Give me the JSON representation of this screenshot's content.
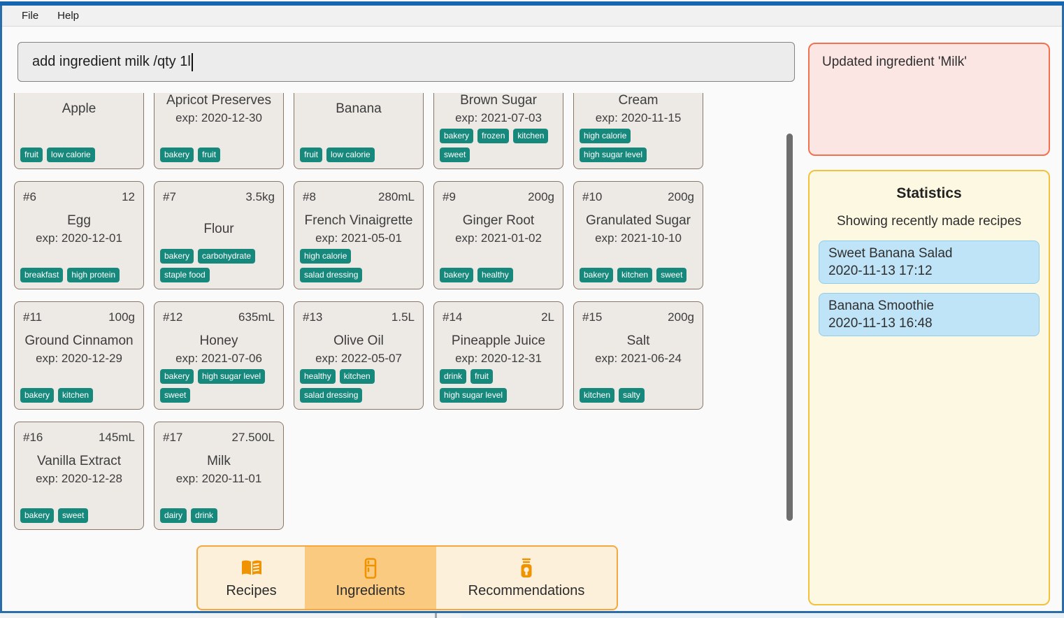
{
  "menu": {
    "file": "File",
    "help": "Help"
  },
  "command_input": {
    "value": "add ingredient milk /qty 1l"
  },
  "notification": {
    "text": "Updated ingredient 'Milk'"
  },
  "ingredients": [
    {
      "id": "",
      "qty": "",
      "name": "Apple",
      "exp": "",
      "tags": [
        "fruit",
        "low calorie"
      ]
    },
    {
      "id": "",
      "qty": "",
      "name": "Apricot Preserves",
      "exp": "exp: 2020-12-30",
      "tags": [
        "bakery",
        "fruit"
      ]
    },
    {
      "id": "",
      "qty": "",
      "name": "Banana",
      "exp": "",
      "tags": [
        "fruit",
        "low calorie"
      ]
    },
    {
      "id": "",
      "qty": "",
      "name": "Brown Sugar",
      "exp": "exp: 2021-07-03",
      "tags": [
        "bakery",
        "frozen",
        "kitchen",
        "sweet"
      ]
    },
    {
      "id": "",
      "qty": "",
      "name": "Cream",
      "exp": "exp: 2020-11-15",
      "tags": [
        "high calorie",
        "high sugar level"
      ]
    },
    {
      "id": "#6",
      "qty": "12",
      "name": "Egg",
      "exp": "exp: 2020-12-01",
      "tags": [
        "breakfast",
        "high protein"
      ]
    },
    {
      "id": "#7",
      "qty": "3.5kg",
      "name": "Flour",
      "exp": "",
      "tags": [
        "bakery",
        "carbohydrate",
        "staple food"
      ]
    },
    {
      "id": "#8",
      "qty": "280mL",
      "name": "French Vinaigrette",
      "exp": "exp: 2021-05-01",
      "tags": [
        "high calorie",
        "salad dressing"
      ]
    },
    {
      "id": "#9",
      "qty": "200g",
      "name": "Ginger Root",
      "exp": "exp: 2021-01-02",
      "tags": [
        "bakery",
        "healthy"
      ]
    },
    {
      "id": "#10",
      "qty": "200g",
      "name": "Granulated Sugar",
      "exp": "exp: 2021-10-10",
      "tags": [
        "bakery",
        "kitchen",
        "sweet"
      ]
    },
    {
      "id": "#11",
      "qty": "100g",
      "name": "Ground Cinnamon",
      "exp": "exp: 2020-12-29",
      "tags": [
        "bakery",
        "kitchen"
      ]
    },
    {
      "id": "#12",
      "qty": "635mL",
      "name": "Honey",
      "exp": "exp: 2021-07-06",
      "tags": [
        "bakery",
        "high sugar level",
        "sweet"
      ]
    },
    {
      "id": "#13",
      "qty": "1.5L",
      "name": "Olive Oil",
      "exp": "exp: 2022-05-07",
      "tags": [
        "healthy",
        "kitchen",
        "salad dressing"
      ]
    },
    {
      "id": "#14",
      "qty": "2L",
      "name": "Pineapple Juice",
      "exp": "exp: 2020-12-31",
      "tags": [
        "drink",
        "fruit",
        "high sugar level"
      ]
    },
    {
      "id": "#15",
      "qty": "200g",
      "name": "Salt",
      "exp": "exp: 2021-06-24",
      "tags": [
        "kitchen",
        "salty"
      ]
    },
    {
      "id": "#16",
      "qty": "145mL",
      "name": "Vanilla Extract",
      "exp": "exp: 2020-12-28",
      "tags": [
        "bakery",
        "sweet"
      ]
    },
    {
      "id": "#17",
      "qty": "27.500L",
      "name": "Milk",
      "exp": "exp: 2020-11-01",
      "tags": [
        "dairy",
        "drink"
      ]
    }
  ],
  "statistics": {
    "title": "Statistics",
    "subtitle": "Showing recently made recipes",
    "recipes": [
      {
        "name": "Sweet Banana Salad",
        "time": "2020-11-13 17:12"
      },
      {
        "name": "Banana Smoothie",
        "time": "2020-11-13 16:48"
      }
    ]
  },
  "tabs": [
    {
      "label": "Recipes",
      "icon": "book-icon",
      "selected": false
    },
    {
      "label": "Ingredients",
      "icon": "fridge-icon",
      "selected": true
    },
    {
      "label": "Recommendations",
      "icon": "lightbulb-icon",
      "selected": false
    }
  ],
  "colors": {
    "window_border": "#2b6cab",
    "title_bar": "#1565b0",
    "tag_teal": "#17897c",
    "card_bg": "#edeae6",
    "card_border": "#8a7668",
    "notification_bg": "#fce6e3",
    "notification_border": "#f2714f",
    "stats_bg": "#fdf8e2",
    "stats_border": "#f2c23c",
    "recipe_item_bg": "#bfe4f7",
    "tab_bar_bg": "#fdf0da",
    "tab_selected_bg": "#fbca81",
    "tab_accent": "#ef9400"
  }
}
